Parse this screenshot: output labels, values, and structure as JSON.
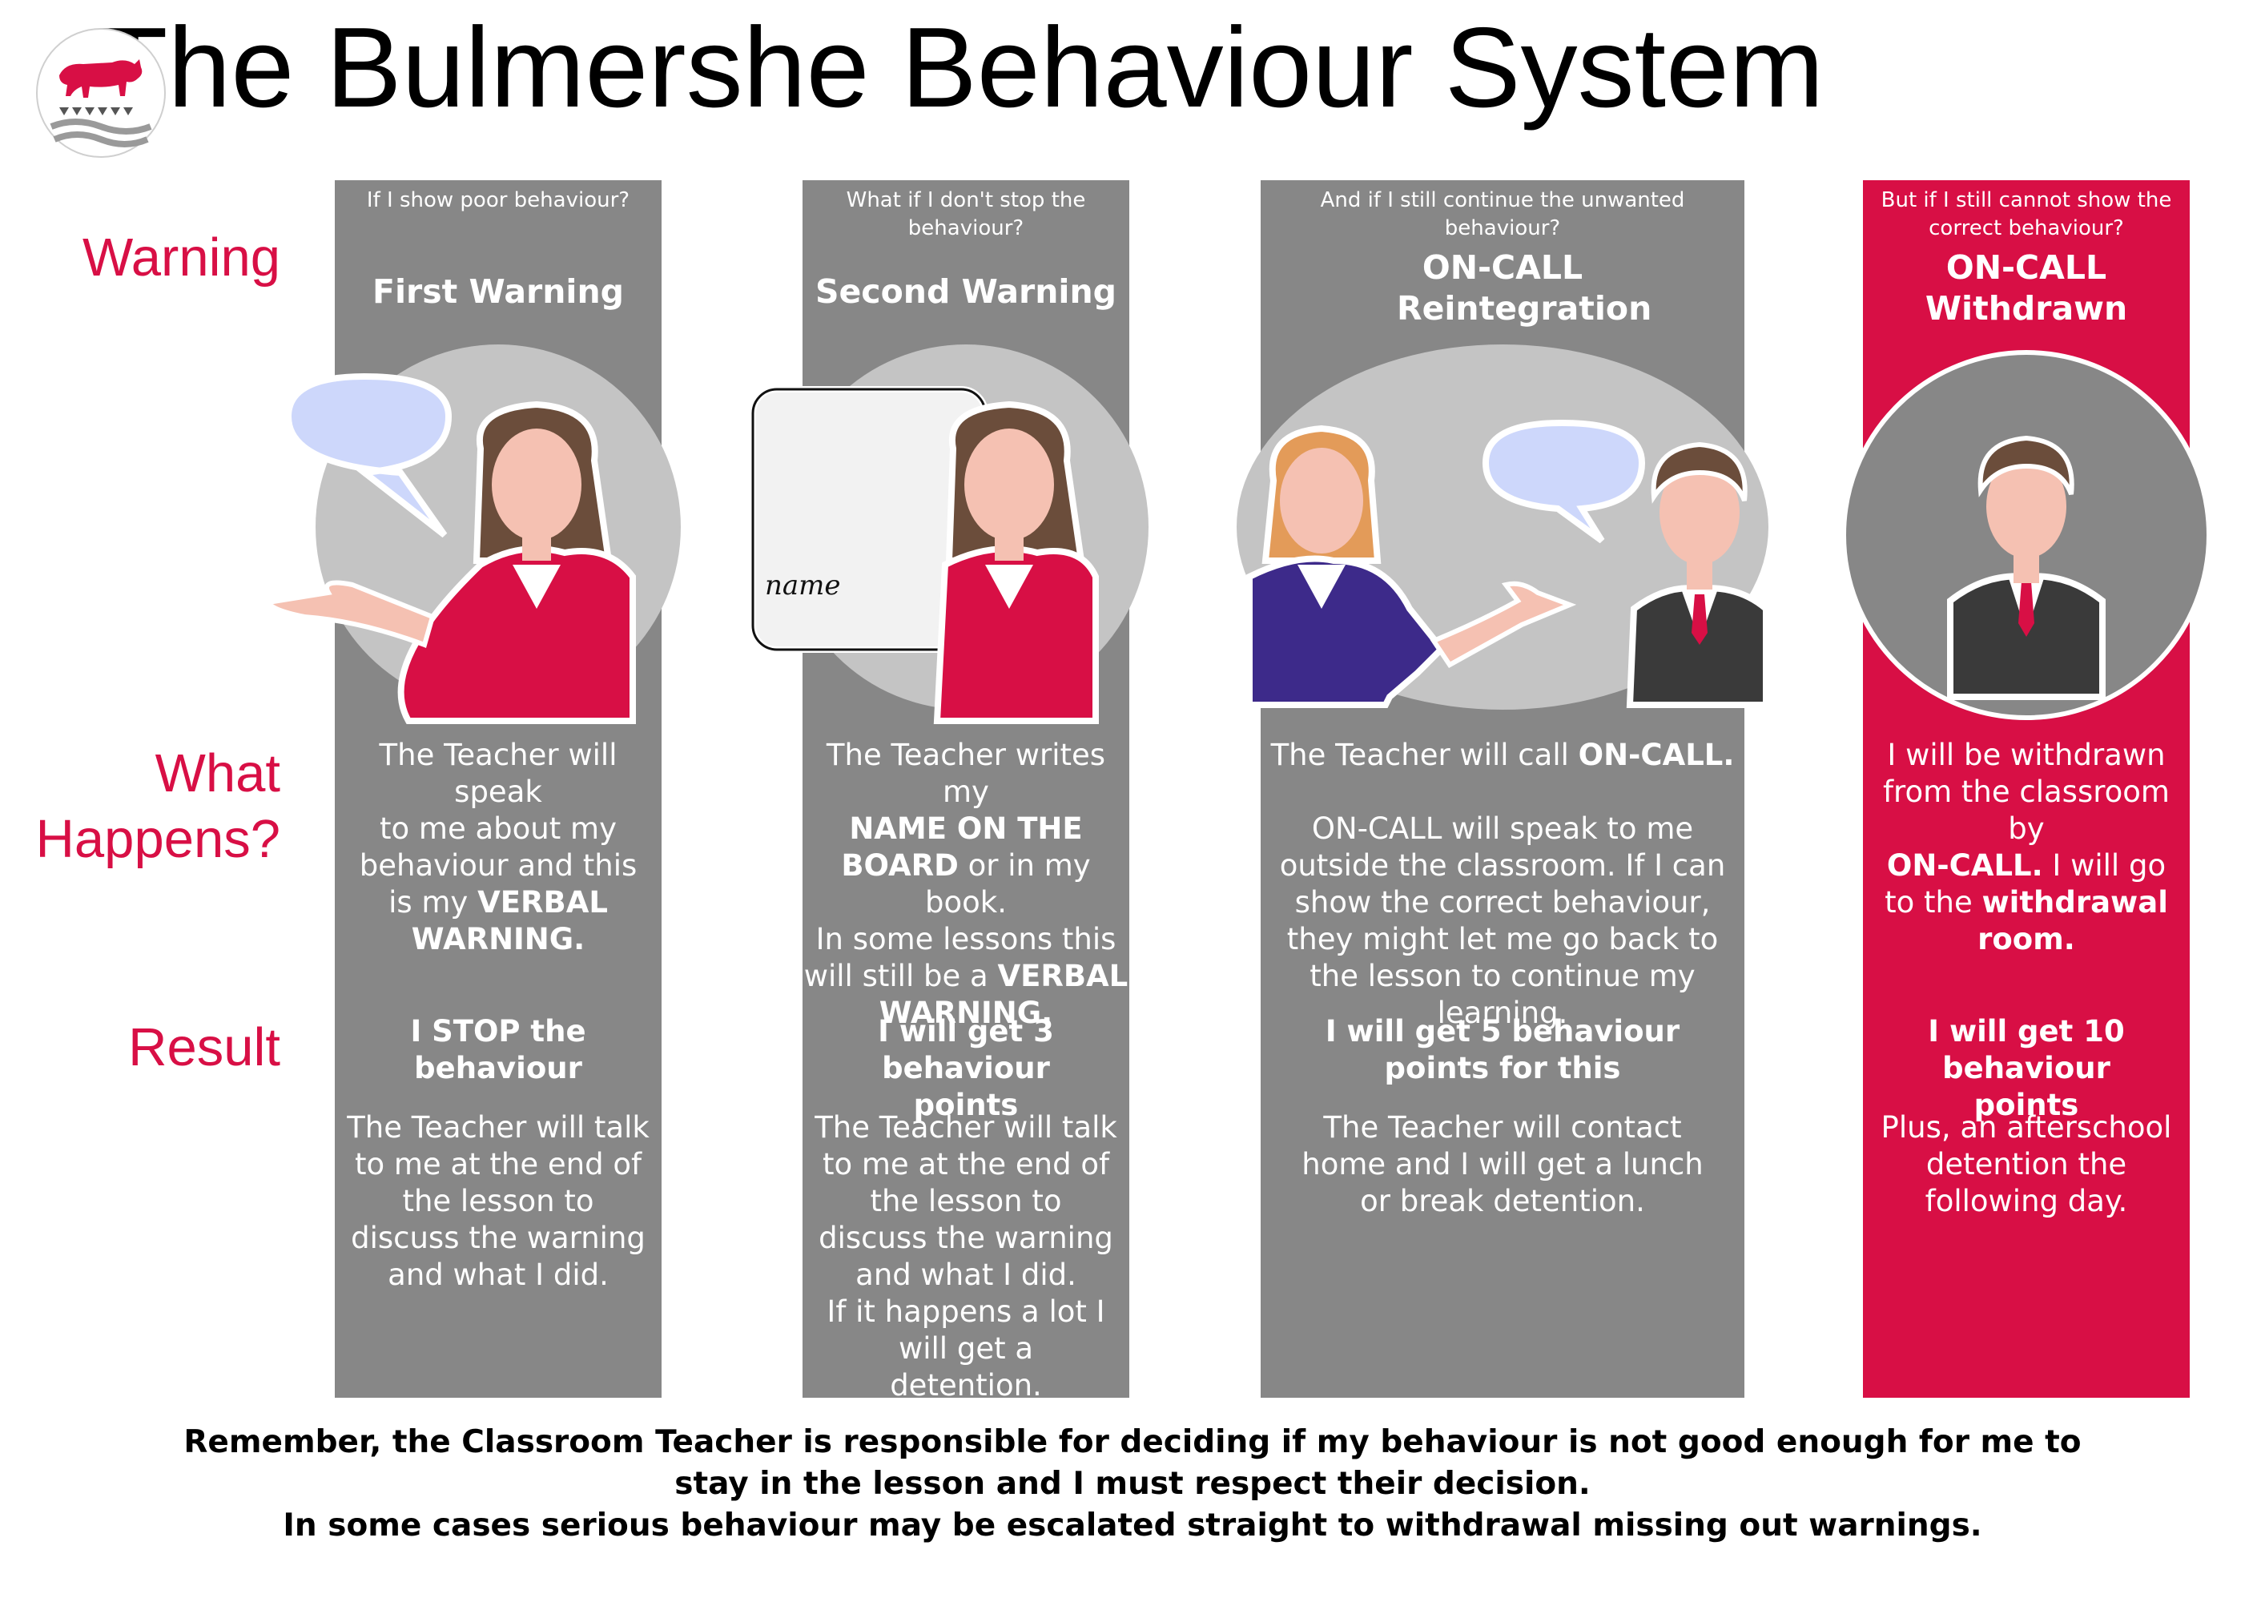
{
  "title": "The Bulmershe Behaviour System",
  "colors": {
    "accent": "#d80f45",
    "column_grey": "#878787",
    "circle_grey": "#c4c4c4",
    "speech_bubble": "#cdd7fb"
  },
  "row_labels": {
    "warning": "Warning",
    "what_happens": "What Happens?",
    "result": "Result"
  },
  "logo": {
    "icon": "bull-crest-icon"
  },
  "columns": [
    {
      "question": "If I show poor behaviour?",
      "heading": "First Warning",
      "what_happens": [
        "The Teacher will speak",
        "to me about my",
        "behaviour and this",
        "is my ",
        "VERBAL",
        "WARNING."
      ],
      "result_bold": "I STOP the behaviour",
      "result_detail": "The Teacher will talk to me at the end of the lesson to discuss the warning and what I did."
    },
    {
      "question": "What if I don't stop the behaviour?",
      "heading": "Second Warning",
      "board_text": "name",
      "what_happens": [
        "The Teacher writes my",
        "NAME ON THE",
        "BOARD",
        " or in my book.",
        "In some lessons this",
        "will still be a ",
        "VERBAL",
        "WARNING."
      ],
      "result_bold": "I will get 3 behaviour points",
      "result_detail": "The Teacher will talk to me at the end of the lesson to discuss the warning and what I did.",
      "result_extra": "If it happens a lot I will get a detention."
    },
    {
      "question": "And if I still continue the unwanted behaviour?",
      "heading": "ON-CALL Reintegration",
      "what_happens": [
        "The Teacher will call ",
        "ON-CALL.",
        "ON-CALL will speak to me outside the classroom.  If I can show the correct behaviour, they might let me go back to the lesson to continue my learning."
      ],
      "result_bold": "I will get 5 behaviour points for this",
      "result_detail": "The Teacher will contact home and I will get a lunch or break detention."
    },
    {
      "question": "But if I still cannot show the correct behaviour?",
      "heading": "ON-CALL Withdrawn",
      "what_happens": [
        "I will be withdrawn",
        "from the classroom by",
        "ON-CALL.",
        "  I will go",
        "to the ",
        "withdrawal",
        "room."
      ],
      "result_bold": "I will get 10 behaviour points",
      "result_detail": "Plus, an afterschool detention the following day."
    }
  ],
  "footer": {
    "line1": "Remember, the Classroom Teacher is responsible for deciding if my behaviour is not good enough for me to",
    "line2": "stay in the lesson and I must respect their decision.",
    "line3": "In some cases serious behaviour may be escalated straight to withdrawal missing out warnings."
  }
}
